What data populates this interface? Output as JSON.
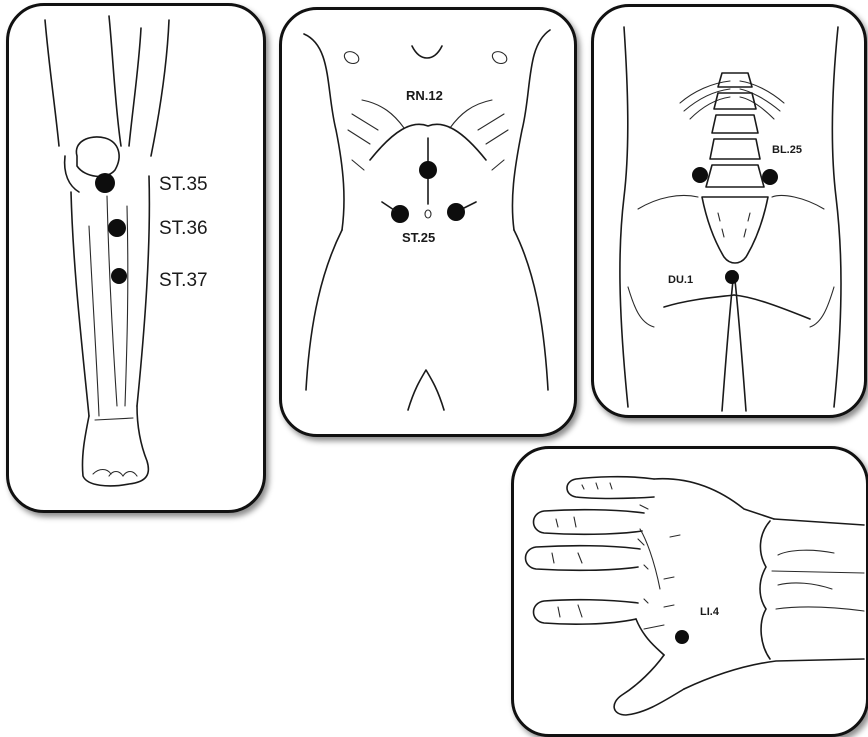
{
  "leg": {
    "labels": [
      "ST.35",
      "ST.36",
      "ST.37"
    ]
  },
  "abdomen": {
    "labels": [
      "RN.12",
      "ST.25"
    ]
  },
  "back": {
    "labels": [
      "BL.25",
      "DU.1"
    ]
  },
  "hand": {
    "labels": [
      "LI.4"
    ]
  },
  "colors": {
    "border": "#111111",
    "dot": "#0d0d0d",
    "ink": "#1a1a1a"
  }
}
